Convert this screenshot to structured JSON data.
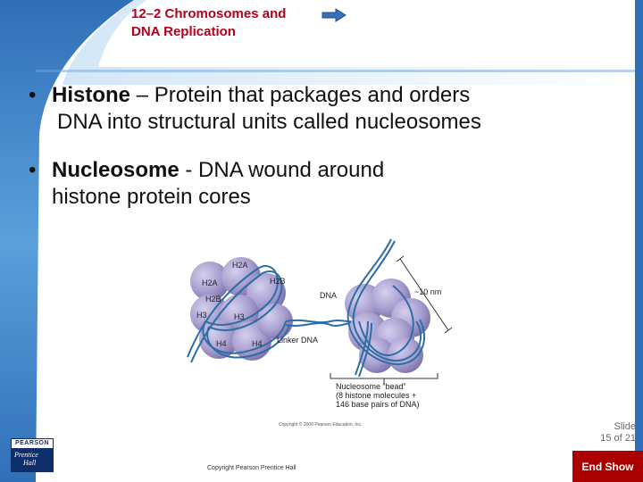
{
  "header": {
    "title_line1": "12–2 Chromosomes and",
    "title_line2": "DNA Replication"
  },
  "bullets": [
    {
      "marker": "•",
      "term": "Histone",
      "definition_line1": " – Protein that packages and orders",
      "definition_line2": "DNA into structural units called nucleosomes"
    },
    {
      "marker": "•",
      "term": "Nucleosome",
      "definition_line1": " - DNA wound around",
      "definition_line2": "histone protein cores"
    }
  ],
  "figure": {
    "labels": {
      "h2a_top": "H2A",
      "h2a": "H2A",
      "h2b_top": "H2B",
      "h2b": "H2B",
      "h3": "H3",
      "h3b": "H3",
      "h4": "H4",
      "h4b": "H4",
      "linker": "Linker DNA",
      "dna": "DNA",
      "size": "~10 nm"
    },
    "caption_line1": "Nucleosome “bead”",
    "caption_line2": "(8 histone molecules +",
    "caption_line3": "146 base pairs of DNA)",
    "copyright": "Copyright © 2006 Pearson Education, Inc."
  },
  "footer": {
    "slide_label": "Slide",
    "slide_count": "15 of 21",
    "copyright": "Copyright Pearson Prentice Hall",
    "end_show": "End Show",
    "logo_top": "PEARSON",
    "logo_line1": "Prentice",
    "logo_line2": "Hall"
  },
  "colors": {
    "title": "#b3001b",
    "end_show": "#aa0000",
    "swoosh": "#3a7fc4",
    "histone": "#a89fcf"
  }
}
